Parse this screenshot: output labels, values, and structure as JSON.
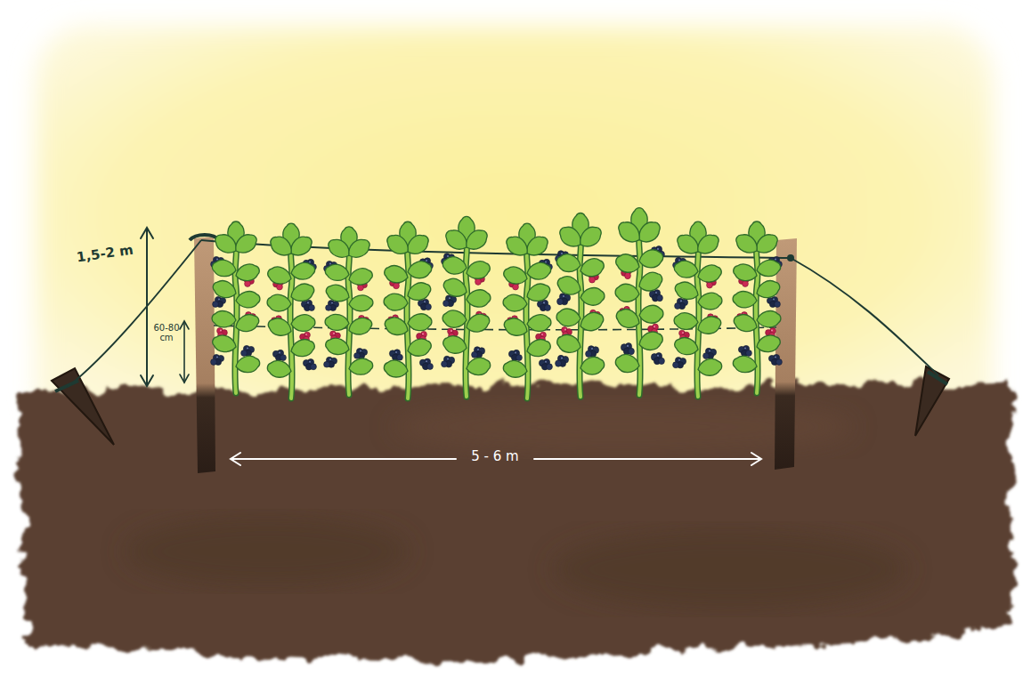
{
  "diagram": {
    "labels": [
      "1,5-2 m",
      "60-80 cm",
      "5 - 6 m"
    ]
  }
}
